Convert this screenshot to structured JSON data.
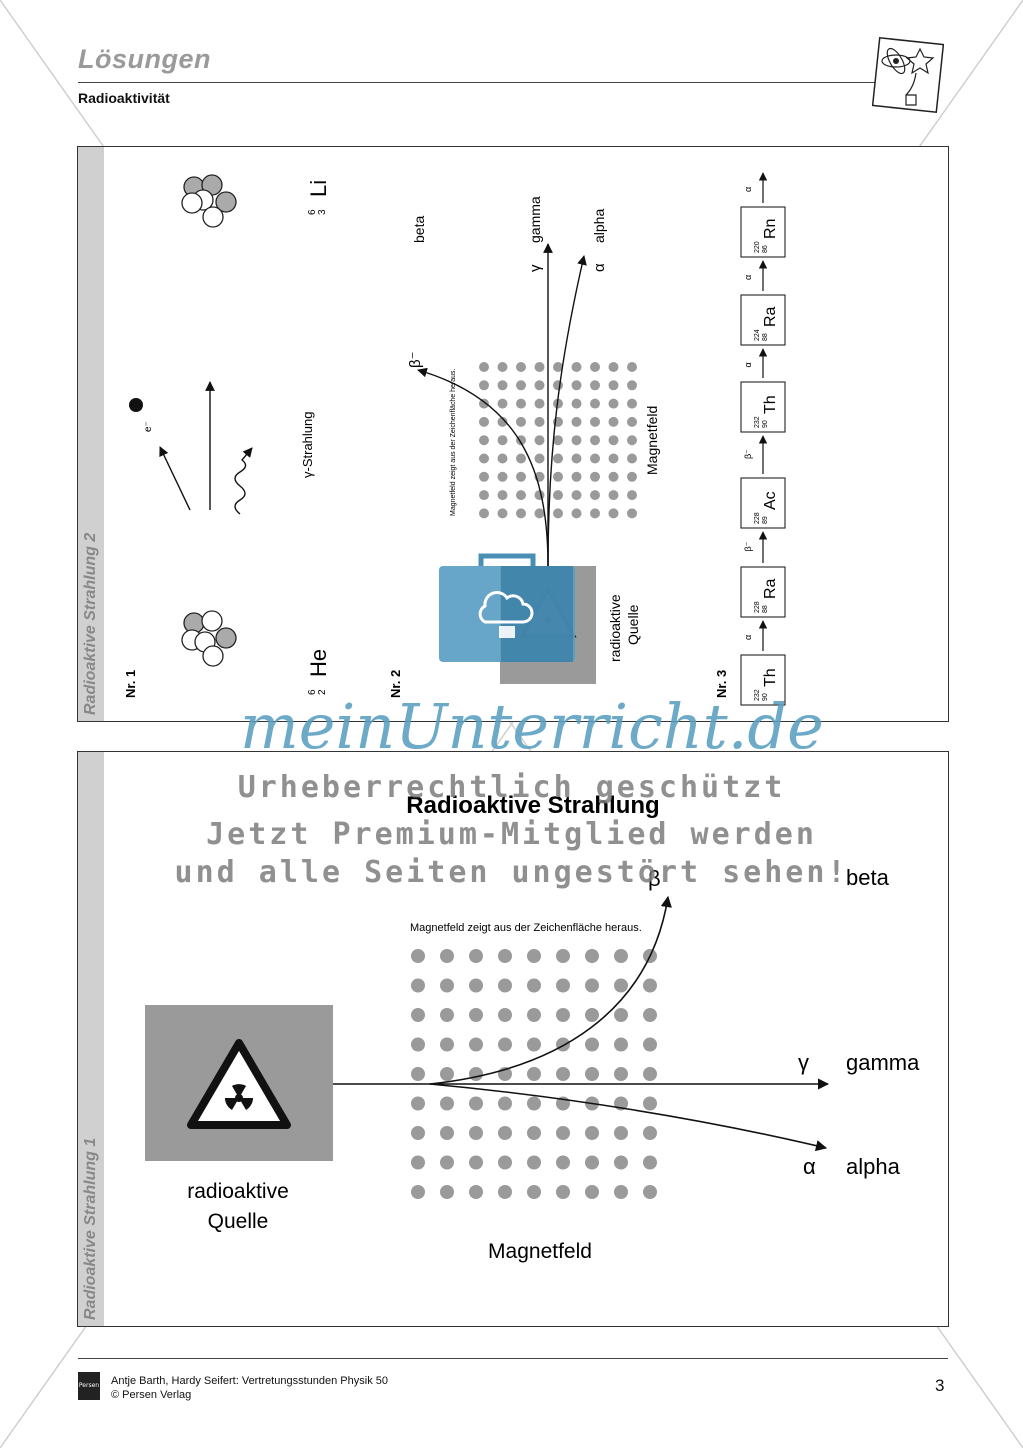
{
  "header": {
    "title": "Lösungen",
    "subtitle": "Radioaktivität"
  },
  "panel_top": {
    "strip_label": "Radioaktive Strahlung 2",
    "nr1": {
      "label": "Nr. 1",
      "electron_label": "e⁻",
      "gamma_label": "γ-Strahlung",
      "li_mass": "6",
      "li_number": "3",
      "li_symbol": "Li",
      "he_mass": "6",
      "he_number": "2",
      "he_symbol": "He"
    },
    "nr2": {
      "label": "Nr. 2",
      "beta_symbol": "β⁻",
      "beta_label": "beta",
      "gamma_symbol": "γ",
      "gamma_label": "gamma",
      "alpha_symbol": "α",
      "alpha_label": "alpha",
      "field_note": "Magnetfeld zeigt aus der Zeichenfläche heraus.",
      "field_label": "Magnetfeld",
      "source_label_1": "radioaktive",
      "source_label_2": "Quelle"
    },
    "nr3": {
      "label": "Nr. 3",
      "chain": [
        {
          "mass": "232",
          "number": "90",
          "symbol": "Th"
        },
        {
          "mass": "228",
          "number": "88",
          "symbol": "Ra"
        },
        {
          "mass": "228",
          "number": "89",
          "symbol": "Ac"
        },
        {
          "mass": "232",
          "number": "90",
          "symbol": "Th"
        },
        {
          "mass": "224",
          "number": "88",
          "symbol": "Ra"
        },
        {
          "mass": "220",
          "number": "86",
          "symbol": "Rn"
        }
      ],
      "decays": [
        "α",
        "β⁻",
        "β⁻",
        "α",
        "α",
        "α"
      ]
    }
  },
  "panel_bottom": {
    "strip_label": "Radioaktive Strahlung 1",
    "title": "Radioaktive Strahlung",
    "beta_symbol": "β",
    "beta_label": "beta",
    "gamma_symbol": "γ",
    "gamma_label": "gamma",
    "alpha_symbol": "α",
    "alpha_label": "alpha",
    "field_note": "Magnetfeld zeigt aus der Zeichenfläche heraus.",
    "field_label": "Magnetfeld",
    "source_label_1": "radioaktive",
    "source_label_2": "Quelle"
  },
  "watermark": {
    "brand": "meinUnterricht.de",
    "line1": "Urheberrechtlich geschützt",
    "line2": "Jetzt Premium-Mitglied werden",
    "line3": "und alle Seiten ungestört sehen!"
  },
  "footer": {
    "publisher_logo": "Persen",
    "credit_1": "Antje Barth, Hardy Seifert: Vertretungsstunden Physik 50",
    "credit_2": "© Persen Verlag",
    "page_number": "3"
  },
  "colors": {
    "dot_gray": "#9a9a9a",
    "strip_gray": "#d0d0d0",
    "source_gray": "#9a9a9a",
    "watermark_blue": "#5a9fc0"
  }
}
